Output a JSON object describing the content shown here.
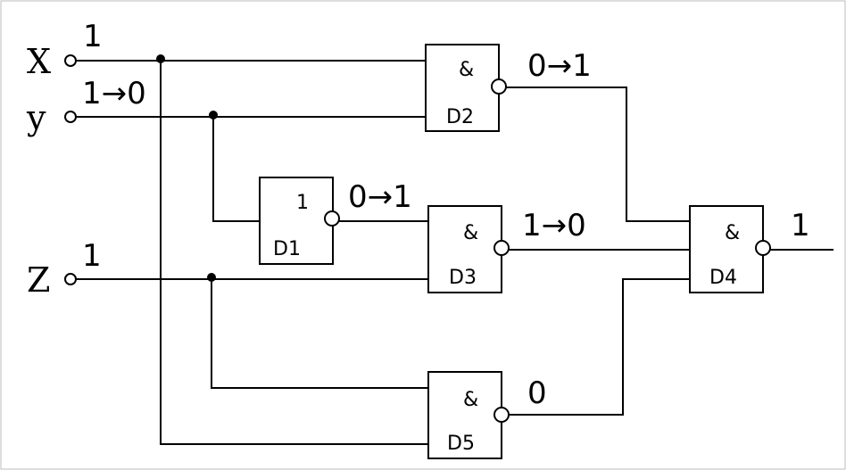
{
  "inputs": {
    "x": {
      "label": "X",
      "value": "1"
    },
    "y": {
      "label": "y",
      "value": "1→0"
    },
    "z": {
      "label": "Z",
      "value": "1"
    }
  },
  "gates": {
    "d1": {
      "symbol": "1",
      "name": "D1",
      "output_value": "0→1"
    },
    "d2": {
      "symbol": "&",
      "name": "D2",
      "output_value": "0→1"
    },
    "d3": {
      "symbol": "&",
      "name": "D3",
      "output_value": "1→0"
    },
    "d4": {
      "symbol": "&",
      "name": "D4",
      "output_value": "1"
    },
    "d5": {
      "symbol": "&",
      "name": "D5",
      "output_value": "0"
    }
  }
}
